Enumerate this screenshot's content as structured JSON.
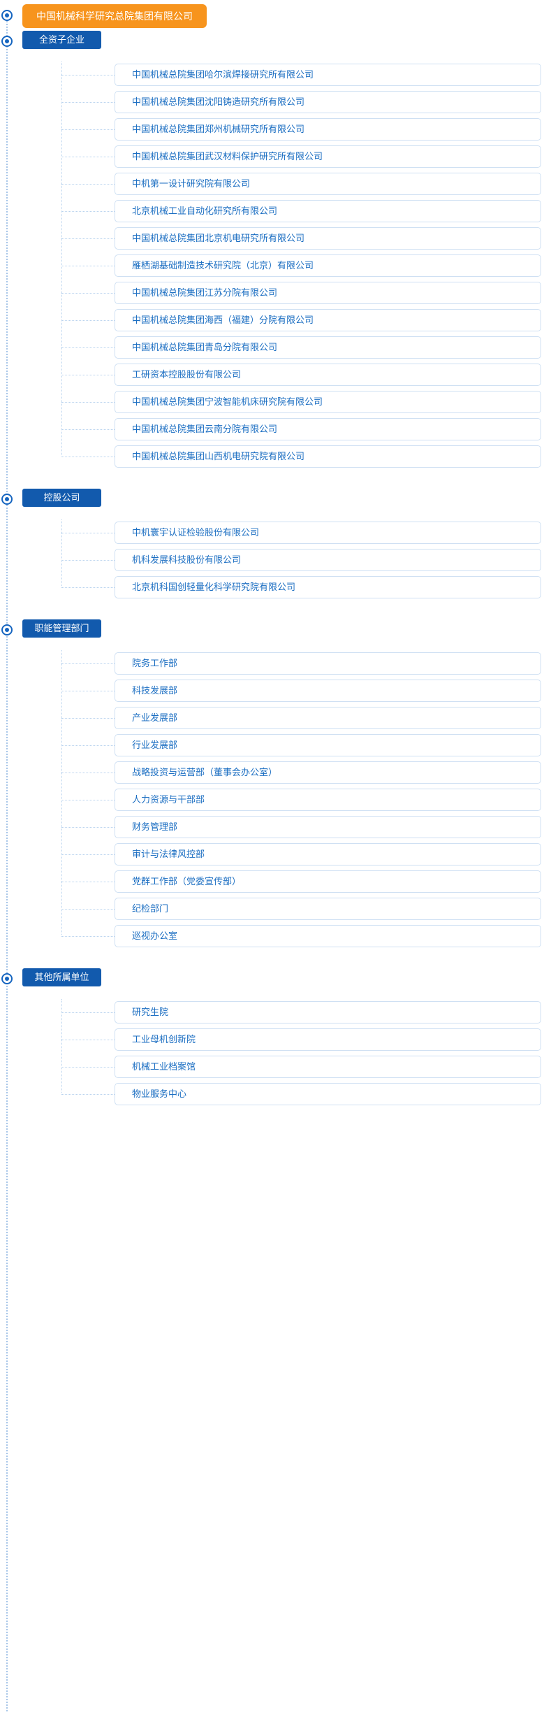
{
  "root": {
    "label": "中国机械科学研究总院集团有限公司",
    "color": "#f7941d",
    "marker_icon": "radio-target-icon"
  },
  "theme": {
    "section_color": "#125aad",
    "leaf_text_color": "#1b6ec2",
    "leaf_border_color": "#cfe0f3",
    "connector_color": "#b9d3ee"
  },
  "sections": [
    {
      "label": "全资子企业",
      "items": [
        {
          "label": "中国机械总院集团哈尔滨焊接研究所有限公司"
        },
        {
          "label": "中国机械总院集团沈阳铸造研究所有限公司"
        },
        {
          "label": "中国机械总院集团郑州机械研究所有限公司"
        },
        {
          "label": "中国机械总院集团武汉材料保护研究所有限公司"
        },
        {
          "label": "中机第一设计研究院有限公司"
        },
        {
          "label": "北京机械工业自动化研究所有限公司"
        },
        {
          "label": "中国机械总院集团北京机电研究所有限公司"
        },
        {
          "label": "雁栖湖基础制造技术研究院（北京）有限公司"
        },
        {
          "label": "中国机械总院集团江苏分院有限公司"
        },
        {
          "label": "中国机械总院集团海西（福建）分院有限公司"
        },
        {
          "label": "中国机械总院集团青岛分院有限公司"
        },
        {
          "label": "工研资本控股股份有限公司"
        },
        {
          "label": "中国机械总院集团宁波智能机床研究院有限公司"
        },
        {
          "label": "中国机械总院集团云南分院有限公司"
        },
        {
          "label": "中国机械总院集团山西机电研究院有限公司"
        }
      ]
    },
    {
      "label": "控股公司",
      "items": [
        {
          "label": "中机寰宇认证检验股份有限公司"
        },
        {
          "label": "机科发展科技股份有限公司"
        },
        {
          "label": "北京机科国创轻量化科学研究院有限公司"
        }
      ]
    },
    {
      "label": "职能管理部门",
      "items": [
        {
          "label": "院务工作部"
        },
        {
          "label": "科技发展部"
        },
        {
          "label": "产业发展部"
        },
        {
          "label": "行业发展部"
        },
        {
          "label": "战略投资与运营部（董事会办公室）"
        },
        {
          "label": "人力资源与干部部"
        },
        {
          "label": "财务管理部"
        },
        {
          "label": "审计与法律风控部"
        },
        {
          "label": "党群工作部（党委宣传部）"
        },
        {
          "label": "纪检部门"
        },
        {
          "label": "巡视办公室"
        }
      ]
    },
    {
      "label": "其他所属单位",
      "items": [
        {
          "label": "研究生院"
        },
        {
          "label": "工业母机创新院"
        },
        {
          "label": "机械工业档案馆"
        },
        {
          "label": "物业服务中心"
        }
      ]
    }
  ]
}
